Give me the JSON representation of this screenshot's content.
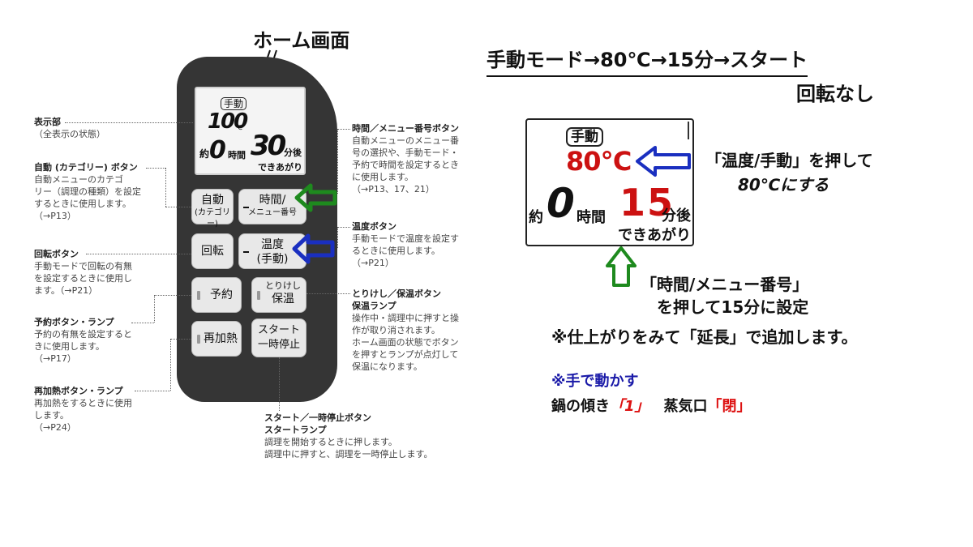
{
  "home_title": "ホーム画面",
  "panel_lcd": {
    "mode_tag": "手動",
    "temp": "100",
    "temp_unit": "℃",
    "yaku": "約",
    "hours": "0",
    "jikan": "時間",
    "minutes": "30",
    "fungo": "分後",
    "done": "できあがり"
  },
  "panel_buttons": {
    "auto_line1": "自動",
    "auto_line2": "(カテゴリー)",
    "time_line1": "時間/",
    "time_line2": "メニュー番号",
    "rotate": "回転",
    "temp_line1": "温度",
    "temp_line2": "(手動)",
    "reserve": "予約",
    "cancel_line1": "とりけし",
    "cancel_line2": "保温",
    "reheat": "再加熱",
    "start_line1": "スタート",
    "start_line2": "一時停止"
  },
  "callouts": {
    "display_title": "表示部",
    "display_desc": "（全表示の状態）",
    "auto_title": "自動 (カテゴリー) ボタン",
    "auto_desc1": "自動メニューのカテゴ",
    "auto_desc2": "リー（調理の種類）を設定",
    "auto_desc3": "するときに使用します。",
    "auto_ref": "（→P13）",
    "rotate_title": "回転ボタン",
    "rotate_desc1": "手動モードで回転の有無",
    "rotate_desc2": "を設定するときに使用し",
    "rotate_desc3": "ます。（→P21）",
    "reserve_title": "予約ボタン・ランプ",
    "reserve_desc1": "予約の有無を設定すると",
    "reserve_desc2": "きに使用します。",
    "reserve_ref": "（→P17）",
    "reheat_title": "再加熱ボタン・ランプ",
    "reheat_desc1": "再加熱をするときに使用",
    "reheat_desc2": "します。",
    "reheat_ref": "（→P24）",
    "time_title": "時間／メニュー番号ボタン",
    "time_desc1": "自動メニューのメニュー番",
    "time_desc2": "号の選択や、手動モード・",
    "time_desc3": "予約で時間を設定するとき",
    "time_desc4": "に使用します。",
    "time_ref": "（→P13、17、21）",
    "temp_title": "温度ボタン",
    "temp_desc1": "手動モードで温度を設定す",
    "temp_desc2": "るときに使用します。",
    "temp_ref": "（→P21）",
    "cancel_title1": "とりけし／保温ボタン",
    "cancel_title2": "保温ランプ",
    "cancel_desc1": "操作中・調理中に押すと操",
    "cancel_desc2": "作が取り消されます。",
    "cancel_desc3": "ホーム画面の状態でボタン",
    "cancel_desc4": "を押すとランプが点灯して",
    "cancel_desc5": "保温になります。",
    "start_title1": "スタート／一時停止ボタン",
    "start_title2": "スタートランプ",
    "start_desc1": "調理を開始するときに押します。",
    "start_desc2": "調理中に押すと、調理を一時停止します。"
  },
  "instructions": {
    "title": "手動モード→80℃→15分→スタート",
    "subtitle": "回転なし",
    "lcd_tag": "手動",
    "lcd_temp": "80℃",
    "lcd_yaku": "約",
    "lcd_hours": "0",
    "lcd_jikan": "時間",
    "lcd_minutes": "15",
    "lcd_fungo": "分後",
    "lcd_done": "できあがり",
    "temp_note_line1": "「温度/手動」を押して",
    "temp_note_line2": "80℃にする",
    "time_note_line1": "「時間/メニュー番号」",
    "time_note_line2": "を押して15分に設定",
    "extend_note": "※仕上がりをみて「延長」で追加します。",
    "manual_note": "※手で動かす",
    "tilt_label": "鍋の傾き",
    "tilt_value": "「1」",
    "vent_label": "蒸気口",
    "vent_value": "「閉」"
  },
  "colors": {
    "green_arrow": "#1e8a1e",
    "blue_arrow": "#1a2fc0",
    "red_value": "#cc1111",
    "blue_note": "#1a1aa8"
  }
}
